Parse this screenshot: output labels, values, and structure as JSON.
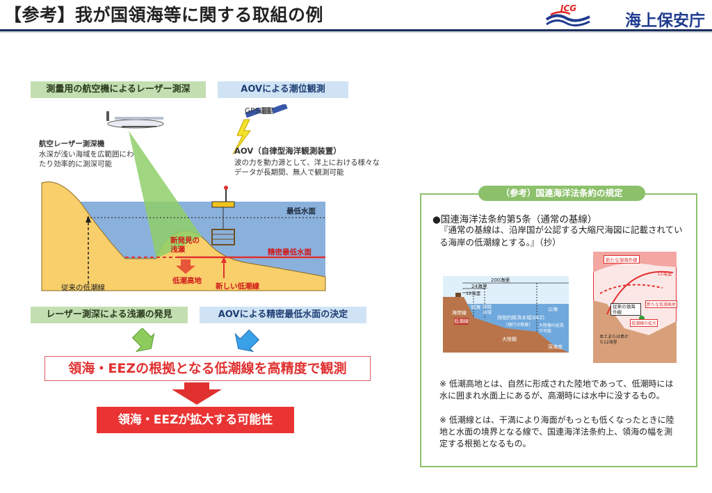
{
  "header": {
    "title": "【参考】我が国領海等に関する取組の例",
    "logo_abbrev": "JCG",
    "logo_name": "海上保安庁"
  },
  "left": {
    "laser_header": "測量用の航空機によるレーザー測深",
    "aov_header": "AOVによる潮位観測",
    "gps_label": "GPS衛星",
    "aircraft_title": "航空レーザー測深機",
    "aircraft_desc": "水深が浅い海域を広範囲にわたり効率的に測深可能",
    "aov_title": "AOV（自律型海洋観測装置）",
    "aov_desc": "波の力を動力源として、洋上における様々なデータが長期間、無人で観測可能",
    "label_lowest_level": "最低水面",
    "label_precise_level": "精密最低水面",
    "label_new_shoal": "新発見の浅瀬",
    "label_low_tide_elevation": "低潮高地",
    "label_old_baseline": "従来の低潮線",
    "label_new_baseline": "新しい低潮線",
    "result_left": "レーザー測深による浅瀬の発見",
    "result_right": "AOVによる精密最低水面の決定",
    "main_message": "領海・EEZの根拠となる低潮線を高精度で観測",
    "final_message": "領海・EEZが拡大する可能性",
    "colors": {
      "land": "#f9cf6b",
      "sea": "#8ab0dc",
      "beam": "#8fcf6a",
      "red": "#e03030",
      "blue_arrow": "#3aa0e8",
      "green_arrow": "#8dcc5c"
    }
  },
  "reference": {
    "header": "（参考）国連海洋法条約の規定",
    "article_heading": "●国連海洋法条約第5条（通常の基線）",
    "article_body": "『通常の基線は、沿岸国が公認する大縮尺海図に記載されている海岸の低潮線とする。』（抄）",
    "zone_fig": {
      "nm_200": "200海里",
      "nm_24": "24海里",
      "nm_12": "12海里",
      "coastline": "海岸線",
      "low_tide_line": "低潮線",
      "territorial_sea": "領海",
      "contiguous_zone": "接続水域",
      "eez": "排他的経済水域(EEZ)",
      "eez_note": "(現行の制度)",
      "high_seas": "公海",
      "shelf": "大陸棚",
      "shelf_ext": "大陸棚の延長が可能",
      "deep_sea": "深海底"
    },
    "map_fig": {
      "new_outer": "新たな領海外線",
      "nm_12": "12海里",
      "old_outer": "従来の領海外線",
      "new_elevation": "新たな低潮高地",
      "baseline_expand": "低潮線の拡大",
      "mainland": "本土または島から12海里"
    },
    "note1": "※ 低潮高地とは、自然に形成された陸地であって、低潮時には水に囲まれ水面上にあるが、高潮時には水中に没するもの。",
    "note2": "※ 低潮線とは、干満により海面がもっとも低くなったときに陸地と水面の境界となる線で、国連海洋法条約上、領海の幅を測定する根拠となるもの。"
  }
}
